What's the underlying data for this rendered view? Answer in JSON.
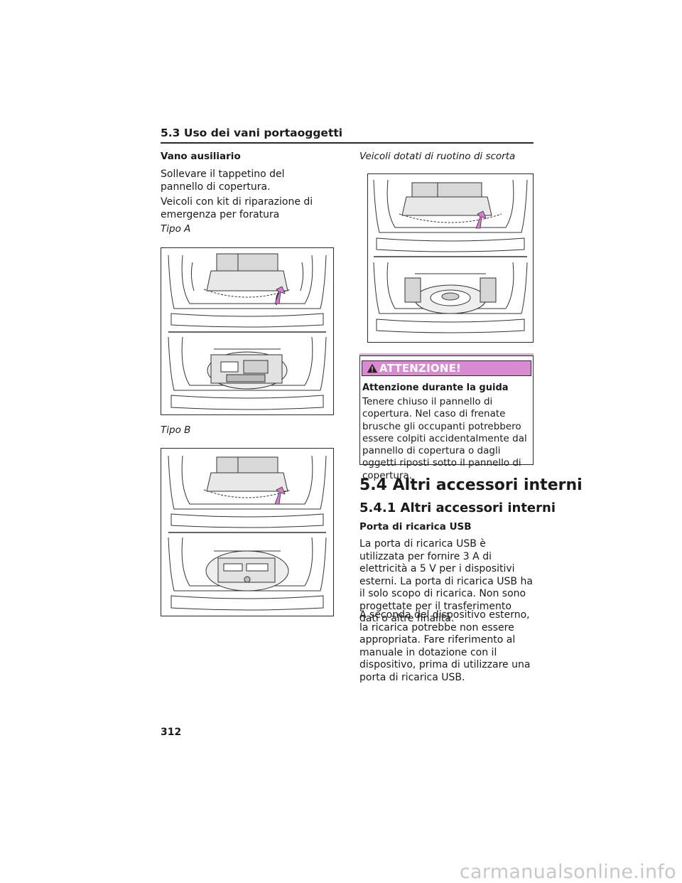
{
  "header": {
    "section": "5.3  Uso dei vani portaoggetti"
  },
  "left": {
    "heading": "Vano ausiliario",
    "p1": "Sollevare il tappetino del pannello di copertura.",
    "p2": "Veicoli con kit di riparazione di emergenza per foratura",
    "type_a": "Tipo A",
    "type_b": "Tipo B"
  },
  "right": {
    "caption": "Veicoli dotati di ruotino di scorta",
    "warning": {
      "title": "ATTENZIONE!",
      "subtitle": "Attenzione durante la guida",
      "body": "Tenere chiuso il pannello di copertura. Nel caso di frenate brusche gli occupanti potrebbero essere colpiti accidentalmente dal pannello di copertura o dagli oggetti riposti sotto il pannello di copertura."
    },
    "h2": "5.4  Altri accessori interni",
    "h3": "5.4.1  Altri accessori interni",
    "usb_heading": "Porta di ricarica USB",
    "usb_p1": "La porta di ricarica USB è utilizzata per fornire 3 A di elettricità a 5 V per i dispositivi esterni. La porta di ricarica USB ha il solo scopo di ricarica. Non sono progettate per il trasferimento dati o altre finalità.",
    "usb_p2": "A seconda del dispositivo esterno, la ricarica potrebbe non essere appropriata. Fare riferimento al manuale in dotazione con il dispositivo, prima di utilizzare una porta di ricarica USB."
  },
  "page_number": "312",
  "watermark": "carmanualsonline.info",
  "colors": {
    "warning_band": "#d98ad0",
    "rule": "#2a2a2a"
  },
  "icons": [
    "warning-triangle-icon",
    "lift-arrow-icon"
  ]
}
